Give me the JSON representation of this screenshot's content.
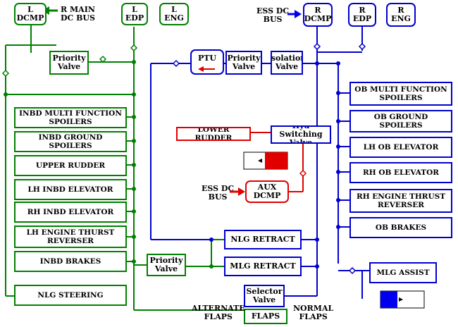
{
  "colors": {
    "left_system": "#008000",
    "right_system": "#0000cc",
    "aux_system": "#e00000",
    "actuator_blue": "#0000ee",
    "actuator_red": "#e00000"
  },
  "left_system": {
    "dcmp": [
      "L",
      "DCMP"
    ],
    "edp": [
      "L",
      "EDP"
    ],
    "eng": [
      "L",
      "ENG"
    ],
    "main_bus": [
      "R MAIN",
      "DC BUS"
    ],
    "priority_valve_top": [
      "Priority",
      "Valve"
    ],
    "priority_valve_bottom": [
      "Priority",
      "Valve"
    ],
    "consumers": {
      "inbd_multi_function_spoilers": "INBD MULTI FUNCTION SPOILERS",
      "inbd_ground_spoilers": "INBD GROUND SPOILERS",
      "upper_rudder": "UPPER RUDDER",
      "lh_inbd_elevator": "LH INBD ELEVATOR",
      "rh_inbd_elevator": "RH INBD ELEVATOR",
      "lh_engine_thrust_reverser": "LH ENGINE THURST REVERSER",
      "inbd_brakes": "INBD BRAKES",
      "nlg_steering": "NLG STEERING"
    }
  },
  "right_system": {
    "ess_bus": [
      "ESS DC",
      "BUS"
    ],
    "dcmp": [
      "R",
      "DCMP"
    ],
    "edp": [
      "R",
      "EDP"
    ],
    "eng": [
      "R",
      "ENG"
    ],
    "ptu": "PTU",
    "priority_valve": [
      "Priority",
      "Valve"
    ],
    "isolation_valve": [
      "Isolation",
      "Valve"
    ],
    "consumers": {
      "ob_multi_function_spoilers": "OB MULTI FUNCTION SPOILERS",
      "ob_ground_spoilers": "OB GROUND SPOILERS",
      "lh_ob_elevator": "LH OB ELEVATOR",
      "rh_ob_elevator": "RH OB ELEVATOR",
      "rh_engine_thrust_reverser": "RH ENGINE THRUST REVERSER",
      "ob_brakes": "OB BRAKES",
      "mlg_assist": "MLG ASSIST"
    }
  },
  "aux_system": {
    "lower_rudder": "LOWER RUDDER",
    "hyd_switching_valve": [
      "Hyd Switching",
      "Valve"
    ],
    "aux_dcmp": [
      "AUX",
      "DCMP"
    ],
    "ess_bus": [
      "ESS DC",
      "BUS"
    ]
  },
  "landing_gear": {
    "nlg_retract": "NLG RETRACT",
    "mlg_retract": "MLG RETRACT"
  },
  "flaps": {
    "selector_valve": [
      "Selector",
      "Valve"
    ],
    "flaps": "FLAPS",
    "alternate": [
      "ALTERNATE",
      "FLAPS"
    ],
    "normal": [
      "NORMAL",
      "FLAPS"
    ]
  }
}
